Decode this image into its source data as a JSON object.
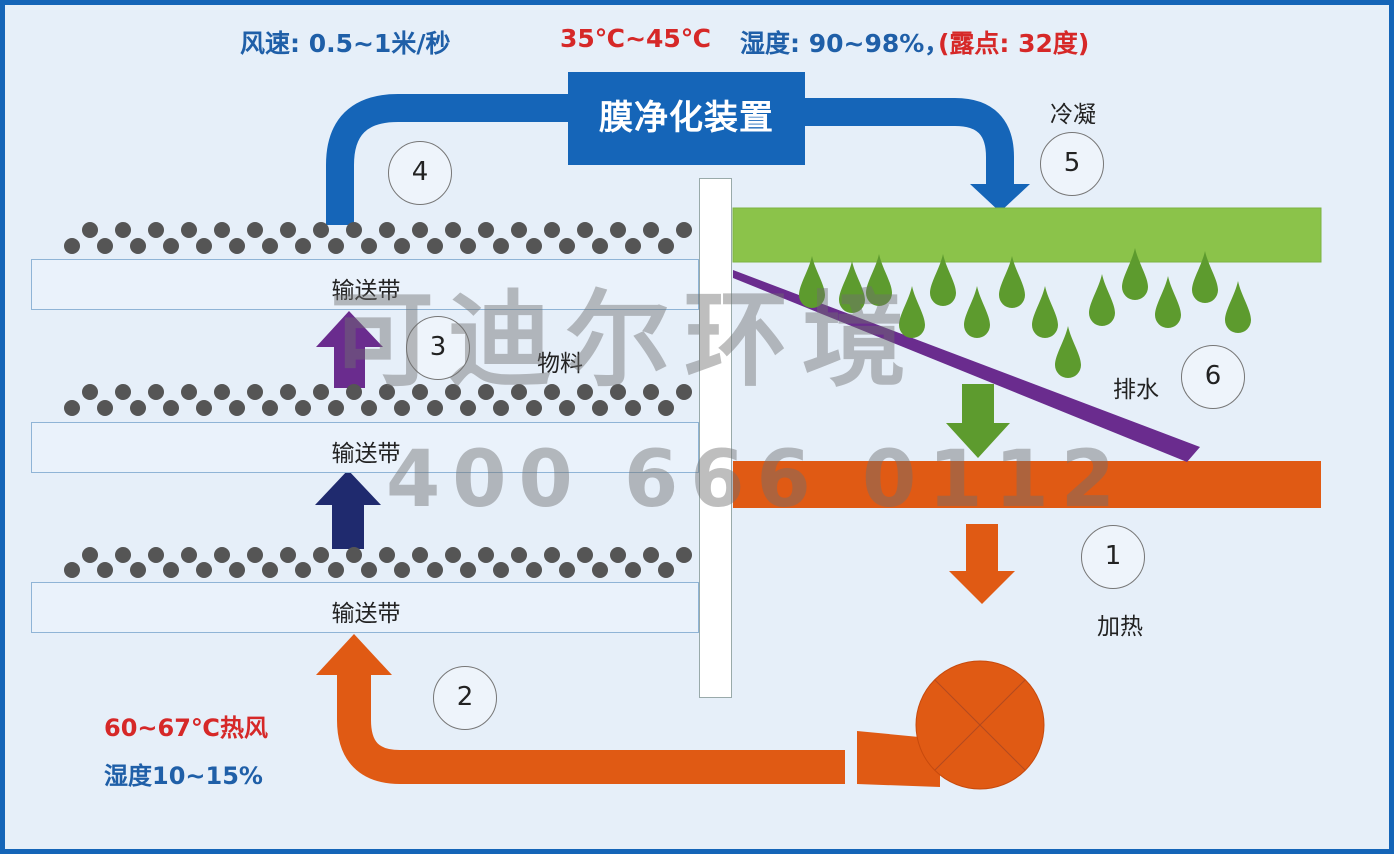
{
  "header": {
    "wind_speed": "风速: 0.5~1米/秒",
    "temperature": "35℃~45℃",
    "humidity": "湿度: 90~98%，",
    "dew_point": "(露点: 32度)"
  },
  "membrane_device": "膜净化装置",
  "labels": {
    "condense": "冷凝",
    "drain": "排水",
    "heat": "加热",
    "material": "物料"
  },
  "belts": [
    "输送带",
    "输送带",
    "输送带"
  ],
  "steps": [
    "1",
    "2",
    "3",
    "4",
    "5",
    "6"
  ],
  "hot_air": {
    "temp": "60~67℃热风",
    "humidity": "湿度10~15%"
  },
  "watermark": {
    "brand": "可迪尔环境",
    "phone": "400 666 0112"
  },
  "colors": {
    "frame_blue": "#1565b8",
    "orange": "#e05a14",
    "green_bar": "#8bc34a",
    "water_drop": "#5d9b2e",
    "purple": "#6a2c8e",
    "navy": "#1f2a6e",
    "bead": "#555555"
  },
  "icons": [
    "fan-icon",
    "water-drop-icon",
    "arrow-up-icon",
    "arrow-down-icon"
  ]
}
